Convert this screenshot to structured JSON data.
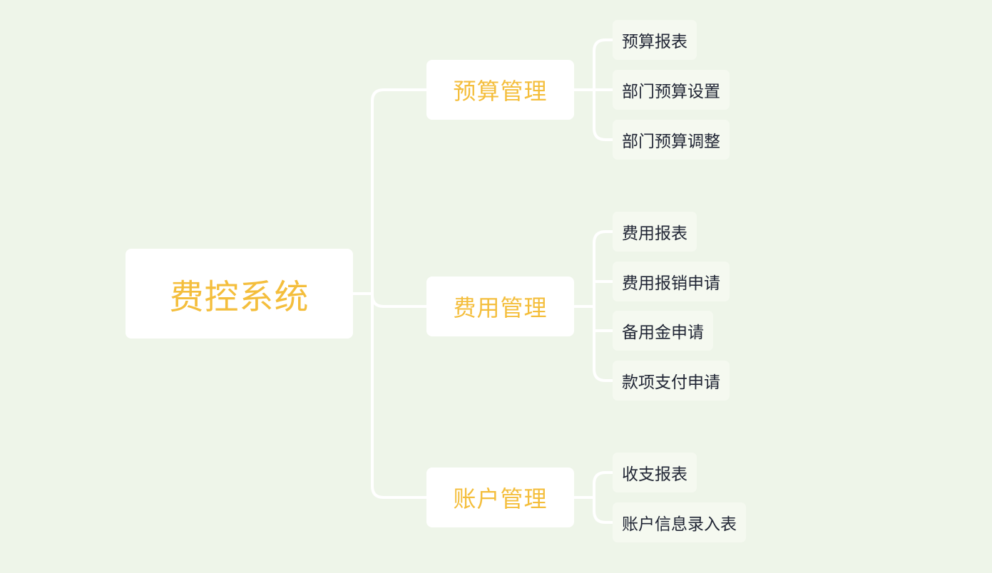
{
  "mindmap": {
    "root": {
      "label": "费控系统"
    },
    "branches": [
      {
        "label": "预算管理",
        "children": [
          "预算报表",
          "部门预算设置",
          "部门预算调整"
        ]
      },
      {
        "label": "费用管理",
        "children": [
          "费用报表",
          "费用报销申请",
          "备用金申请",
          "款项支付申请"
        ]
      },
      {
        "label": "账户管理",
        "children": [
          "收支报表",
          "账户信息录入表"
        ]
      }
    ]
  },
  "colors": {
    "background": "#eef5e9",
    "node_fill": "#ffffff",
    "leaf_fill": "#f5f9f0",
    "accent_text": "#f4be3c",
    "leaf_text": "#1f2433",
    "connector": "#ffffff"
  }
}
